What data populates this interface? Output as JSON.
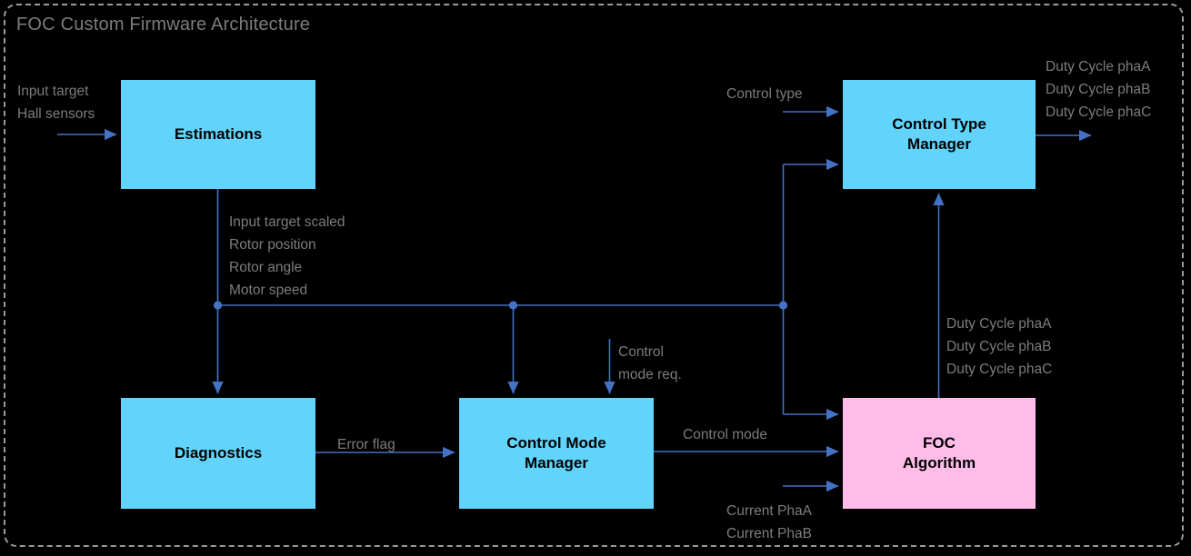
{
  "diagram": {
    "title": "FOC Custom Firmware Architecture",
    "frame_style": "dashed-rounded",
    "colors": {
      "background": "#000000",
      "node_blue": "#62D4FB",
      "node_pink": "#FFBCE9",
      "wire": "#4472C4",
      "wire_light": "#3B6FD4",
      "label_text": "#7c7c7c",
      "node_text": "#000000",
      "frame": "#9a9a9a"
    }
  },
  "nodes": [
    {
      "id": "estimations",
      "label": "Estimations",
      "color": "blue"
    },
    {
      "id": "ctrl_type",
      "label": "Control Type\nManager",
      "color": "blue"
    },
    {
      "id": "diagnostics",
      "label": "Diagnostics",
      "color": "blue"
    },
    {
      "id": "ctrl_mode",
      "label": "Control Mode\nManager",
      "color": "blue"
    },
    {
      "id": "foc",
      "label": "FOC\nAlgorithm",
      "color": "pink"
    }
  ],
  "signals": {
    "estimations_in": "Input target\nHall sensors",
    "estimations_out_bus": "Input target scaled\nRotor position\nRotor angle\nMotor speed",
    "control_type_in": "Control type",
    "control_type_out": "Duty Cycle phaA\nDuty Cycle phaB\nDuty Cycle phaC",
    "error_flag": "Error flag",
    "control_mode_req": "Control\nmode req.",
    "control_mode": "Control mode",
    "foc_out_duty": "Duty Cycle phaA\nDuty Cycle phaB\nDuty Cycle phaC",
    "current_phases": "Current PhaA\nCurrent PhaB"
  }
}
